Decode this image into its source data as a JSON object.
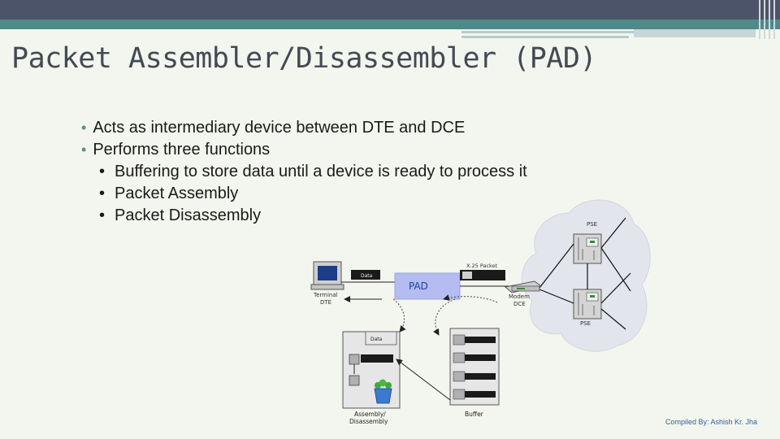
{
  "slide": {
    "title": "Packet Assembler/Disassembler (PAD)",
    "bullets": [
      "Acts as intermediary device between DTE and DCE",
      "Performs three functions"
    ],
    "sub_bullets": [
      "Buffering to store data until a device is ready to process it",
      "Packet Assembly",
      "Packet Disassembly"
    ],
    "credit": "Compiled By: Ashish Kr. Jha"
  },
  "diagram": {
    "pad_label": "PAD",
    "terminal_label_1": "Terminal",
    "terminal_label_2": "DTE",
    "data_label": "Data",
    "data_label_2": "Data",
    "x25_label": "X.25 Packet",
    "modem_label_1": "Modem",
    "modem_label_2": "DCE",
    "pse_top": "PSE",
    "pse_bottom": "PSE",
    "assembly_label_1": "Assembly/",
    "assembly_label_2": "Disassembly",
    "buffer_label": "Buffer"
  },
  "colors": {
    "header": "#4b5468",
    "accent": "#4f8a8a",
    "pad_text": "#1f3f9f",
    "credit": "#2f5f9e"
  }
}
